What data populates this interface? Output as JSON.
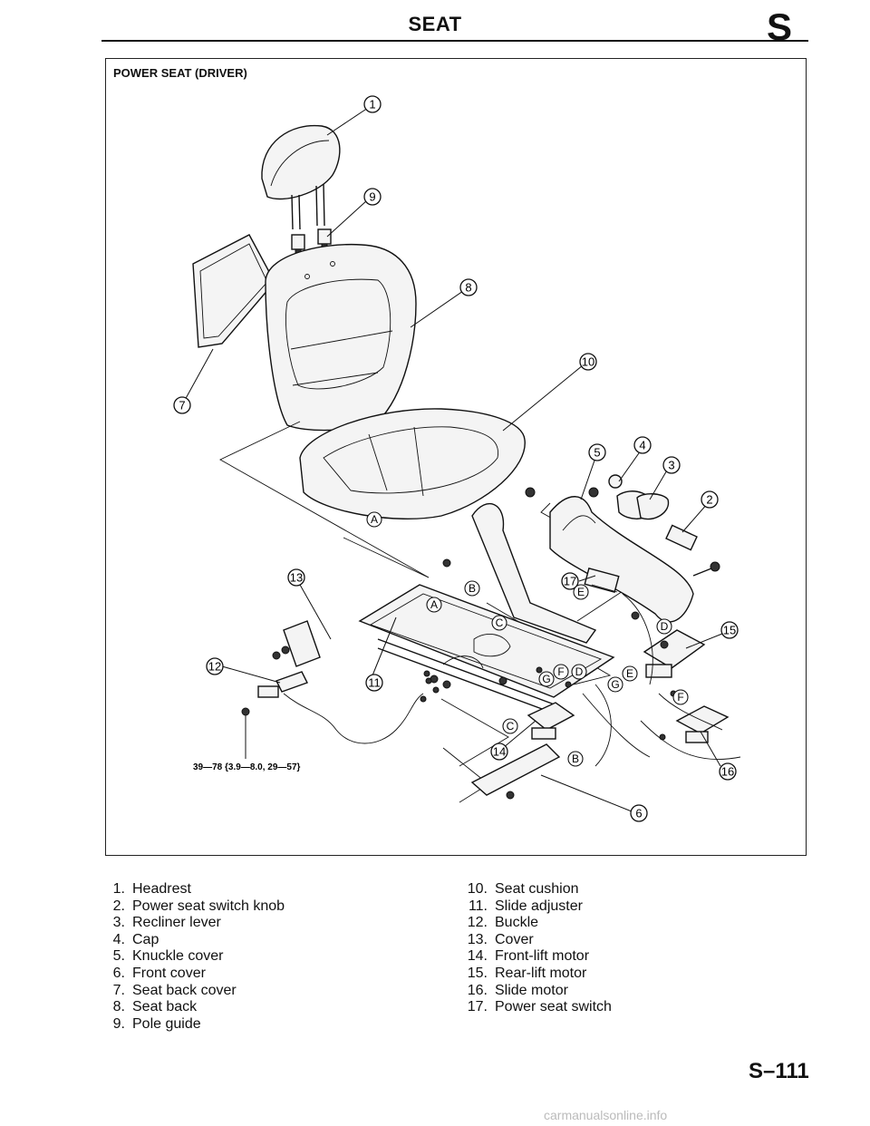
{
  "header": {
    "title": "SEAT",
    "section_letter": "S"
  },
  "figure": {
    "title": "POWER SEAT (DRIVER)",
    "torque_spec": "39—78 {3.9—8.0, 29—57}",
    "callouts": [
      "1",
      "2",
      "3",
      "4",
      "5",
      "6",
      "7",
      "8",
      "9",
      "10",
      "11",
      "12",
      "13",
      "14",
      "15",
      "16",
      "17"
    ],
    "connector_letters": [
      "A",
      "B",
      "C",
      "D",
      "E",
      "F",
      "G"
    ]
  },
  "legend": {
    "left": [
      {
        "num": "1.",
        "label": "Headrest"
      },
      {
        "num": "2.",
        "label": "Power seat switch knob"
      },
      {
        "num": "3.",
        "label": "Recliner lever"
      },
      {
        "num": "4.",
        "label": "Cap"
      },
      {
        "num": "5.",
        "label": "Knuckle cover"
      },
      {
        "num": "6.",
        "label": "Front cover"
      },
      {
        "num": "7.",
        "label": "Seat back cover"
      },
      {
        "num": "8.",
        "label": "Seat back"
      },
      {
        "num": "9.",
        "label": "Pole guide"
      }
    ],
    "right": [
      {
        "num": "10.",
        "label": "Seat cushion"
      },
      {
        "num": "11.",
        "label": "Slide adjuster"
      },
      {
        "num": "12.",
        "label": "Buckle"
      },
      {
        "num": "13.",
        "label": "Cover"
      },
      {
        "num": "14.",
        "label": "Front-lift motor"
      },
      {
        "num": "15.",
        "label": "Rear-lift motor"
      },
      {
        "num": "16.",
        "label": "Slide motor"
      },
      {
        "num": "17.",
        "label": "Power seat switch"
      }
    ]
  },
  "footer": {
    "page_number": "S–111",
    "watermark": "carmanualsonline.info"
  }
}
